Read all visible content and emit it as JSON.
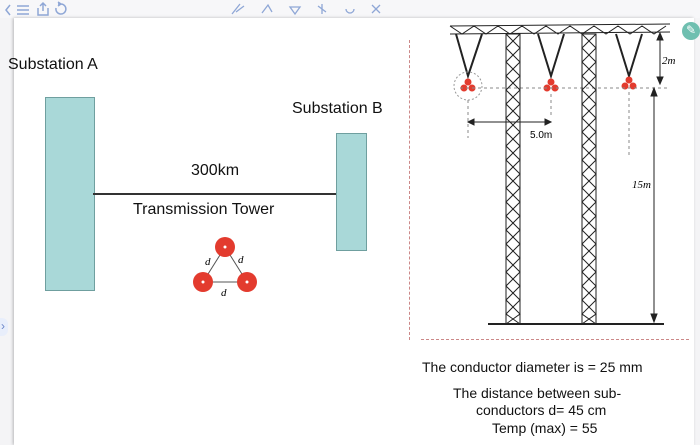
{
  "left_diagram": {
    "substation_a": "Substation A",
    "substation_b": "Substation B",
    "distance": "300km",
    "line_label": "Transmission Tower",
    "spacing_symbol": "d"
  },
  "tower": {
    "height": "15m",
    "arm_drop": "2m",
    "phase_spacing": "5.0m"
  },
  "notes": {
    "diameter": "The conductor diameter is  = 25 mm",
    "distance_line1": "The distance between sub-",
    "distance_line2": "conductors d= 45 cm",
    "temp": "Temp (max) = 55"
  },
  "colors": {
    "substation_fill": "#a9d8d8",
    "conductor": "#e33b2e",
    "lattice": "#222222"
  }
}
